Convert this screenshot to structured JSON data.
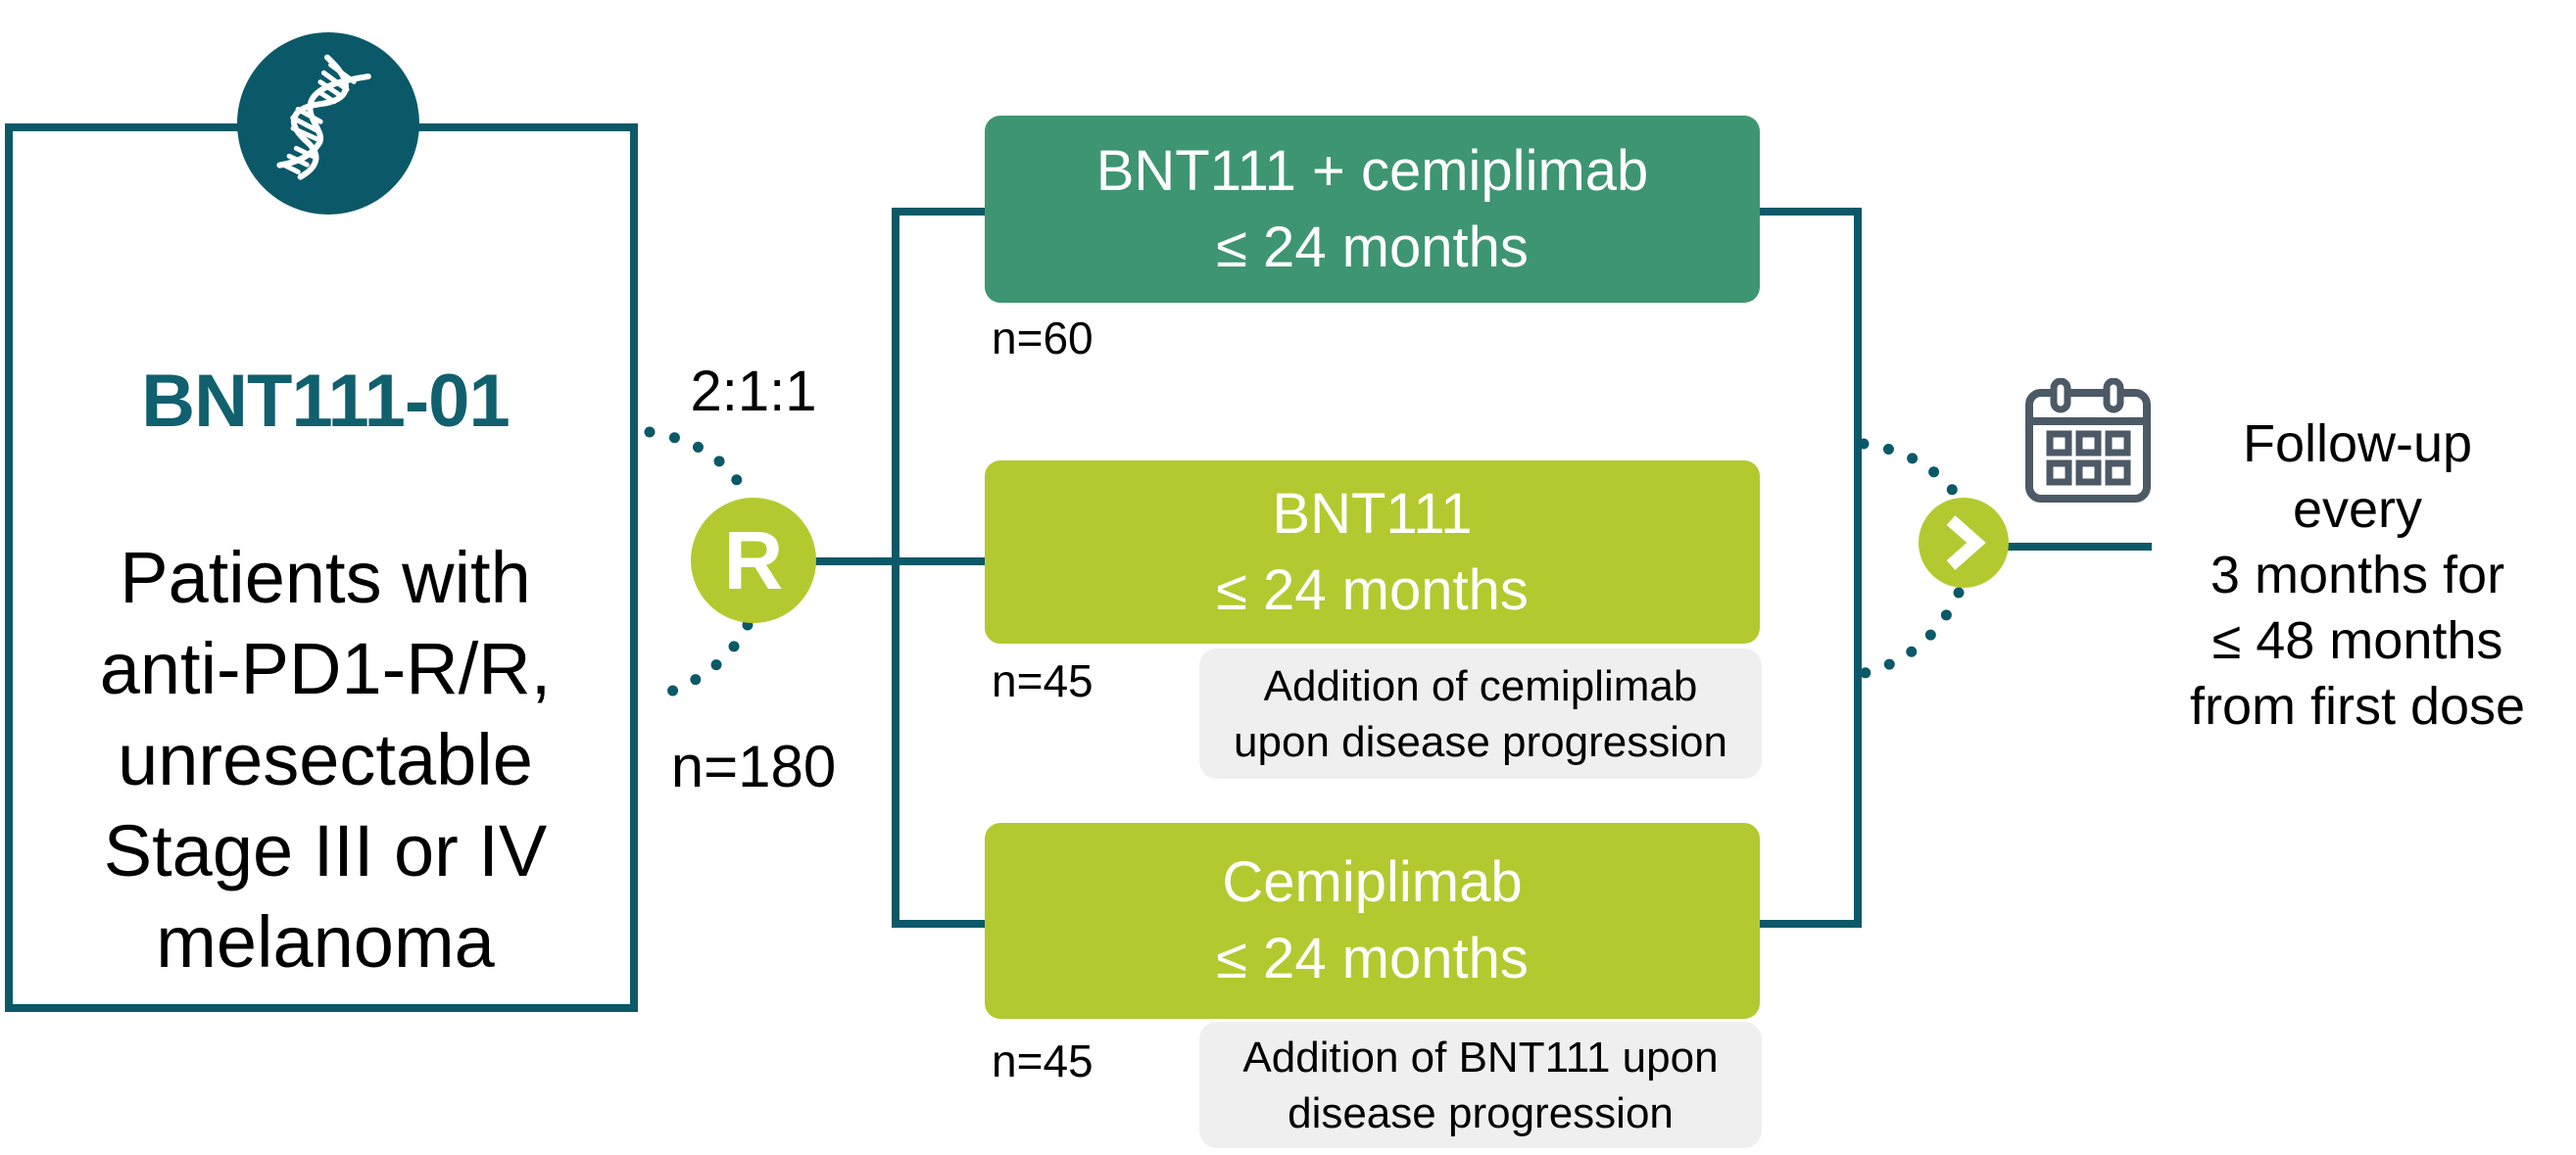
{
  "colors": {
    "teal": "#0b5968",
    "teal_text": "#10606e",
    "green": "#3e9572",
    "lime": "#b4c92f",
    "note_bg": "#efefef",
    "calendar_gray": "#4c5966",
    "text": "#000000",
    "white": "#ffffff"
  },
  "left_panel": {
    "title": "BNT111-01",
    "description_lines": [
      "Patients with",
      "anti-PD1-R/R,",
      "unresectable",
      "Stage III or IV",
      "melanoma"
    ]
  },
  "randomization": {
    "ratio": "2:1:1",
    "r_label": "R",
    "n_total": "n=180"
  },
  "arms": [
    {
      "name": "BNT111 + cemiplimab",
      "duration": "≤ 24 months",
      "n": "n=60"
    },
    {
      "name": "BNT111",
      "duration": "≤ 24 months",
      "n": "n=45",
      "note_lines": [
        "Addition of cemiplimab",
        "upon disease progression"
      ]
    },
    {
      "name": "Cemiplimab",
      "duration": "≤ 24 months",
      "n": "n=45",
      "note_lines": [
        "Addition of BNT111 upon",
        "disease progression"
      ]
    }
  ],
  "follow_up": {
    "lines": [
      "Follow-up",
      "every",
      "3 months for",
      "≤ 48 months",
      "from first dose"
    ]
  },
  "icons": {
    "dna": "dna-helix-icon",
    "calendar": "calendar-icon",
    "chevron": "chevron-right-icon"
  }
}
